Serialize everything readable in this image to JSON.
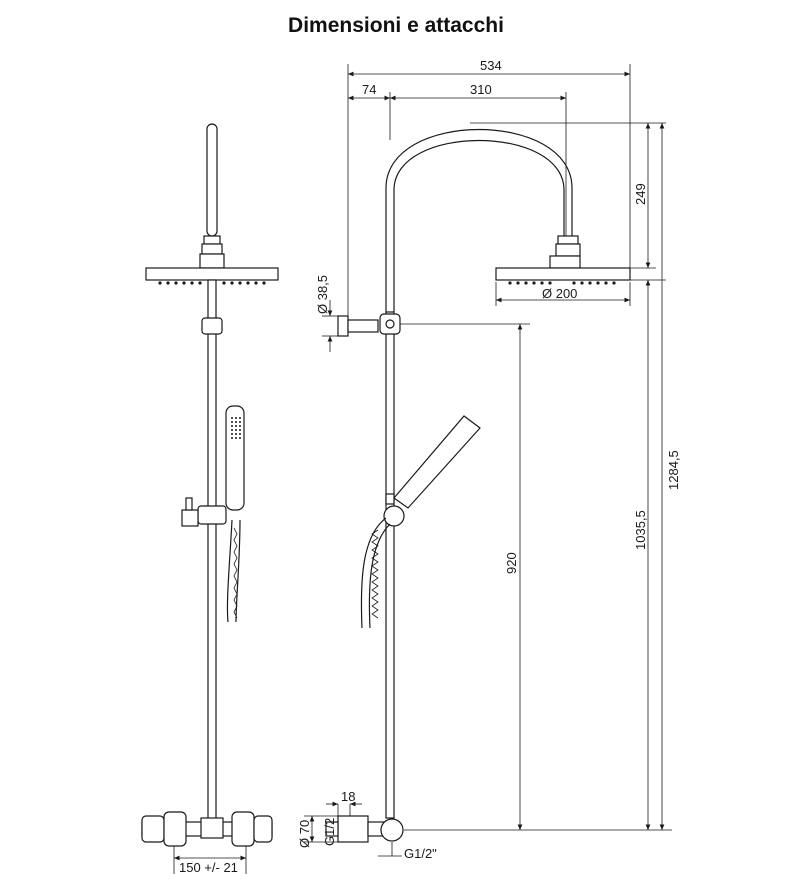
{
  "title": "Dimensioni e attacchi",
  "dimensions": {
    "overall_width": "534",
    "offset": "74",
    "arm_reach": "310",
    "arm_height": "249",
    "head_diameter": "Ø 200",
    "bracket_diameter": "Ø 38,5",
    "overall_height": "1284,5",
    "head_height": "1035,5",
    "hand_height": "920",
    "body_diameter": "Ø 70",
    "outlet_depth": "18",
    "inlet_thread": "G1/2",
    "outlet_thread": "G1/2\"",
    "inlet_spacing": "150 +/- 21"
  }
}
